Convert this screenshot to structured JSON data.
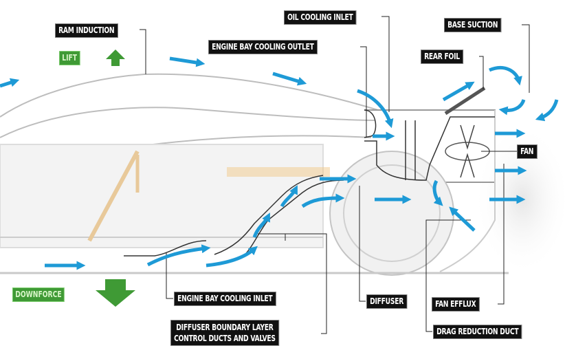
{
  "title": "Active aerodynamics airflow diagram",
  "labels": {
    "ram_induction": "RAM INDUCTION",
    "lift": "LIFT",
    "oil_cooling_inlet": "OIL COOLING INLET",
    "engine_bay_cooling_outlet": "ENGINE BAY COOLING OUTLET",
    "base_suction": "BASE SUCTION",
    "rear_foil": "REAR FOIL",
    "fan": "FAN",
    "downforce": "DOWNFORCE",
    "engine_bay_cooling_inlet": "ENGINE BAY COOLING INLET",
    "diffuser": "DIFFUSER",
    "fan_efflux": "FAN EFFLUX",
    "diffuser_bl_line1": "DIFFUSER BOUNDARY LAYER",
    "diffuser_bl_line2": "CONTROL DUCTS AND VALVES",
    "drag_reduction_duct": "DRAG REDUCTION DUCT"
  },
  "colors": {
    "airflow": "#1e9ad6",
    "force": "#3f9a35",
    "label_bg": "#111111"
  }
}
